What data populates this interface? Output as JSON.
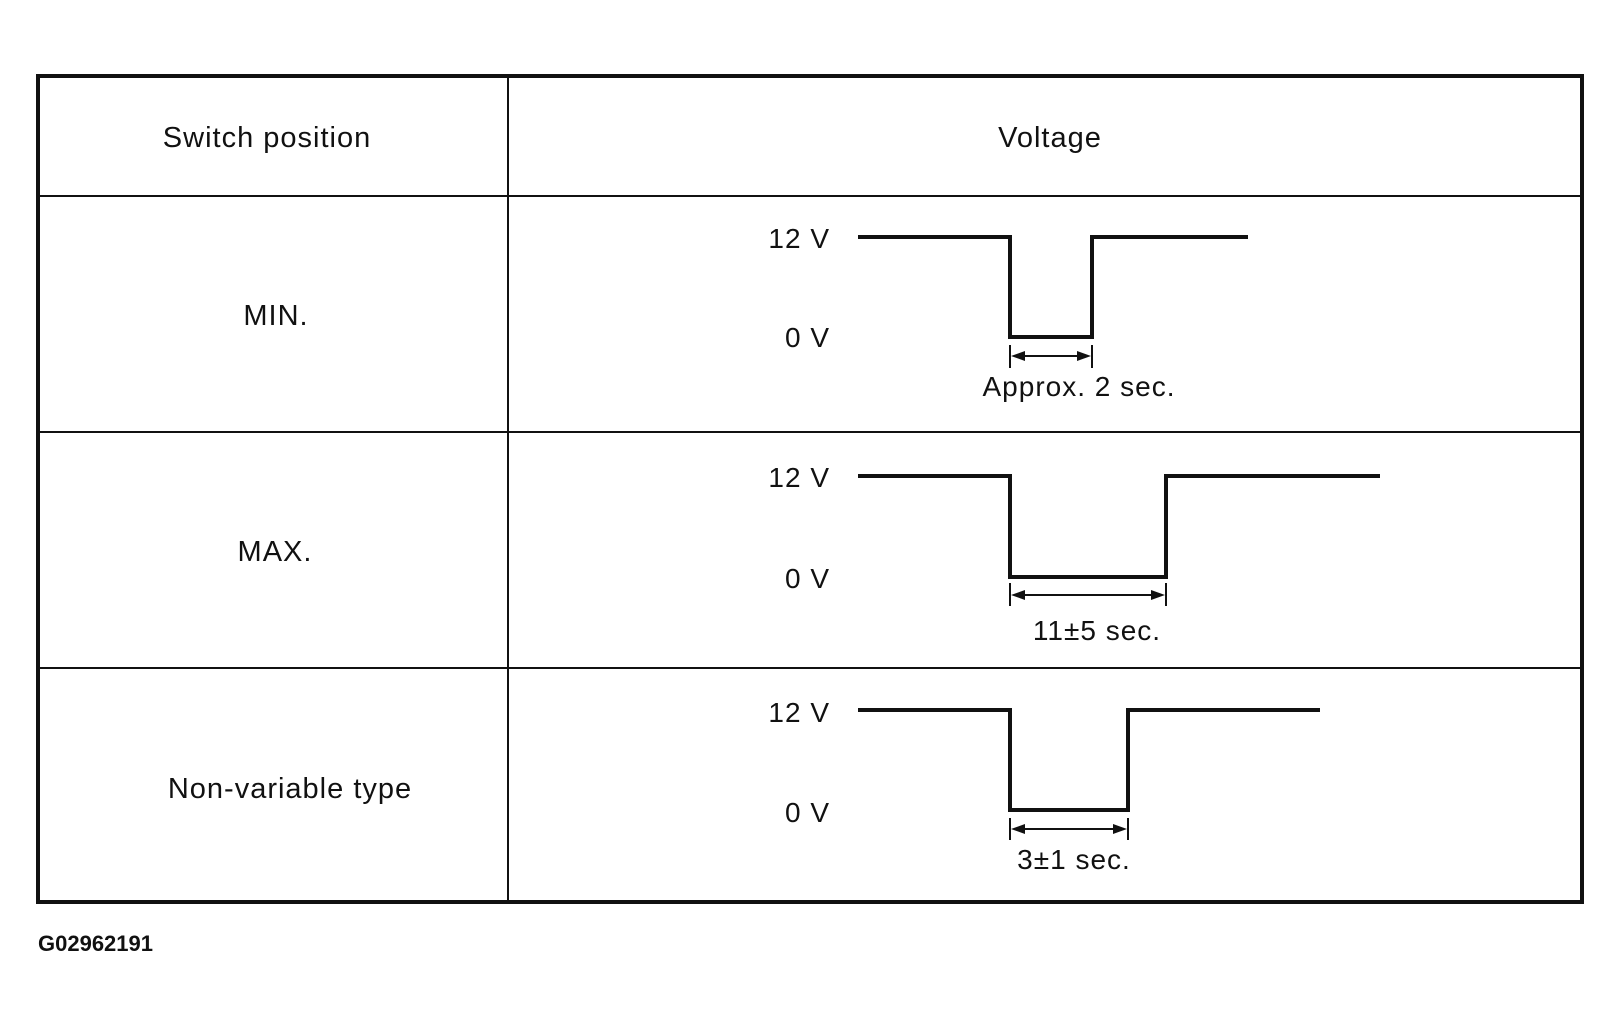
{
  "table": {
    "headers": {
      "switch_position": "Switch position",
      "voltage": "Voltage"
    },
    "rows": [
      {
        "switch_position": "MIN.",
        "high_label": "12 V",
        "low_label": "0 V",
        "duration_label": "Approx. 2 sec."
      },
      {
        "switch_position": "MAX.",
        "high_label": "12 V",
        "low_label": "0 V",
        "duration_label": "11±5 sec."
      },
      {
        "switch_position": "Non-variable type",
        "high_label": "12 V",
        "low_label": "0 V",
        "duration_label": "3±1 sec."
      }
    ]
  },
  "figure_code": "G02962191"
}
